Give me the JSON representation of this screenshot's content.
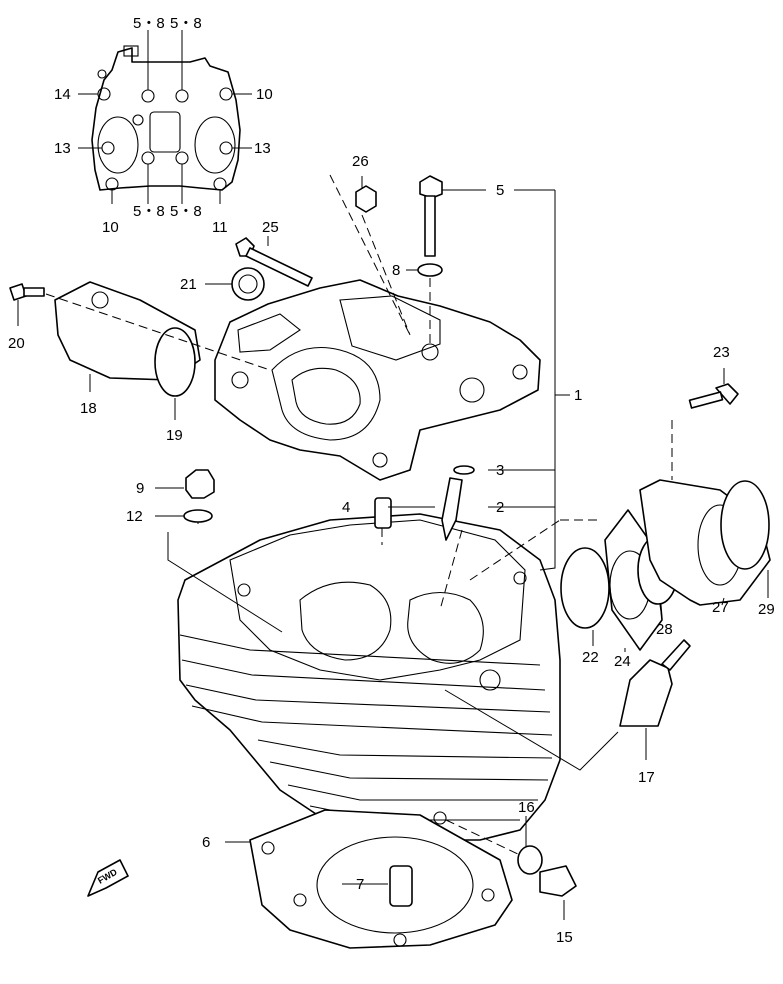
{
  "diagram": {
    "fwd_label": "FWD",
    "inset_labels": {
      "top_left_a": "5・8",
      "top_left_b": "5・8",
      "left_upper": "14",
      "right_upper": "10",
      "left_mid": "13",
      "right_mid": "13",
      "bottom_left": "10",
      "bottom_mid_a": "5・8",
      "bottom_mid_b": "5・8",
      "bottom_right": "11"
    },
    "callouts": {
      "c1": "1",
      "c2": "2",
      "c3": "3",
      "c4": "4",
      "c5": "5",
      "c6": "6",
      "c7": "7",
      "c8": "8",
      "c9": "9",
      "c12": "12",
      "c15": "15",
      "c16": "16",
      "c17": "17",
      "c18": "18",
      "c19": "19",
      "c20": "20",
      "c21": "21",
      "c22": "22",
      "c23": "23",
      "c24": "24",
      "c25": "25",
      "c26": "26",
      "c27": "27",
      "c28": "28",
      "c29": "29"
    }
  }
}
